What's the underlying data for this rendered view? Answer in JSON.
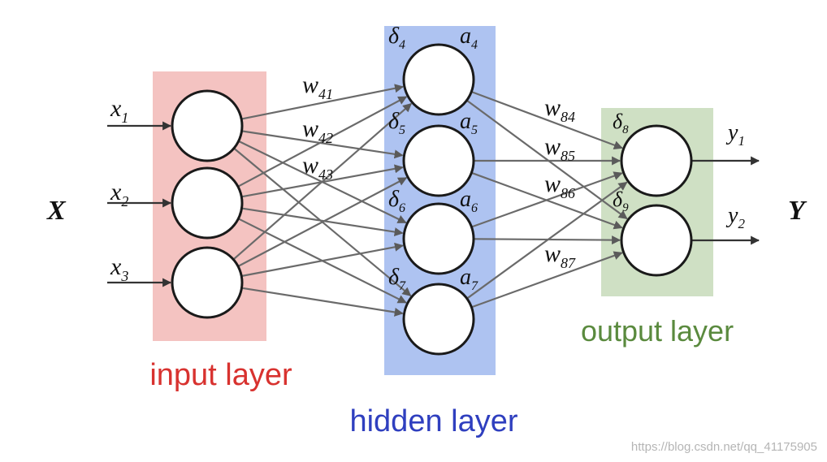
{
  "vectors": {
    "input_symbol": "X",
    "output_symbol": "Y"
  },
  "input_layer": {
    "label": "input layer",
    "color": "#f4c3c1",
    "label_color": "#d8322f",
    "nodes": [
      {
        "var": "x",
        "sub": "1"
      },
      {
        "var": "x",
        "sub": "2"
      },
      {
        "var": "x",
        "sub": "3"
      }
    ]
  },
  "hidden_layer": {
    "label": "hidden layer",
    "color": "#aec3f1",
    "label_color": "#2f3fbf",
    "nodes": [
      {
        "delta": "δ",
        "delta_sub": "4",
        "act": "a",
        "act_sub": "4"
      },
      {
        "delta": "δ",
        "delta_sub": "5",
        "act": "a",
        "act_sub": "5"
      },
      {
        "delta": "δ",
        "delta_sub": "6",
        "act": "a",
        "act_sub": "6"
      },
      {
        "delta": "δ",
        "delta_sub": "7",
        "act": "a",
        "act_sub": "7"
      }
    ]
  },
  "output_layer": {
    "label": "output layer",
    "color": "#cfe0c4",
    "label_color": "#5a8a3e",
    "nodes": [
      {
        "delta": "δ",
        "delta_sub": "8",
        "var": "y",
        "sub": "1"
      },
      {
        "delta": "δ",
        "delta_sub": "9",
        "var": "y",
        "sub": "2"
      }
    ]
  },
  "weights": {
    "input_to_hidden": [
      {
        "var": "w",
        "sub": "41"
      },
      {
        "var": "w",
        "sub": "42"
      },
      {
        "var": "w",
        "sub": "43"
      }
    ],
    "hidden_to_output": [
      {
        "var": "w",
        "sub": "84"
      },
      {
        "var": "w",
        "sub": "85"
      },
      {
        "var": "w",
        "sub": "86"
      },
      {
        "var": "w",
        "sub": "87"
      }
    ]
  },
  "watermark": "https://blog.csdn.net/qq_41175905"
}
